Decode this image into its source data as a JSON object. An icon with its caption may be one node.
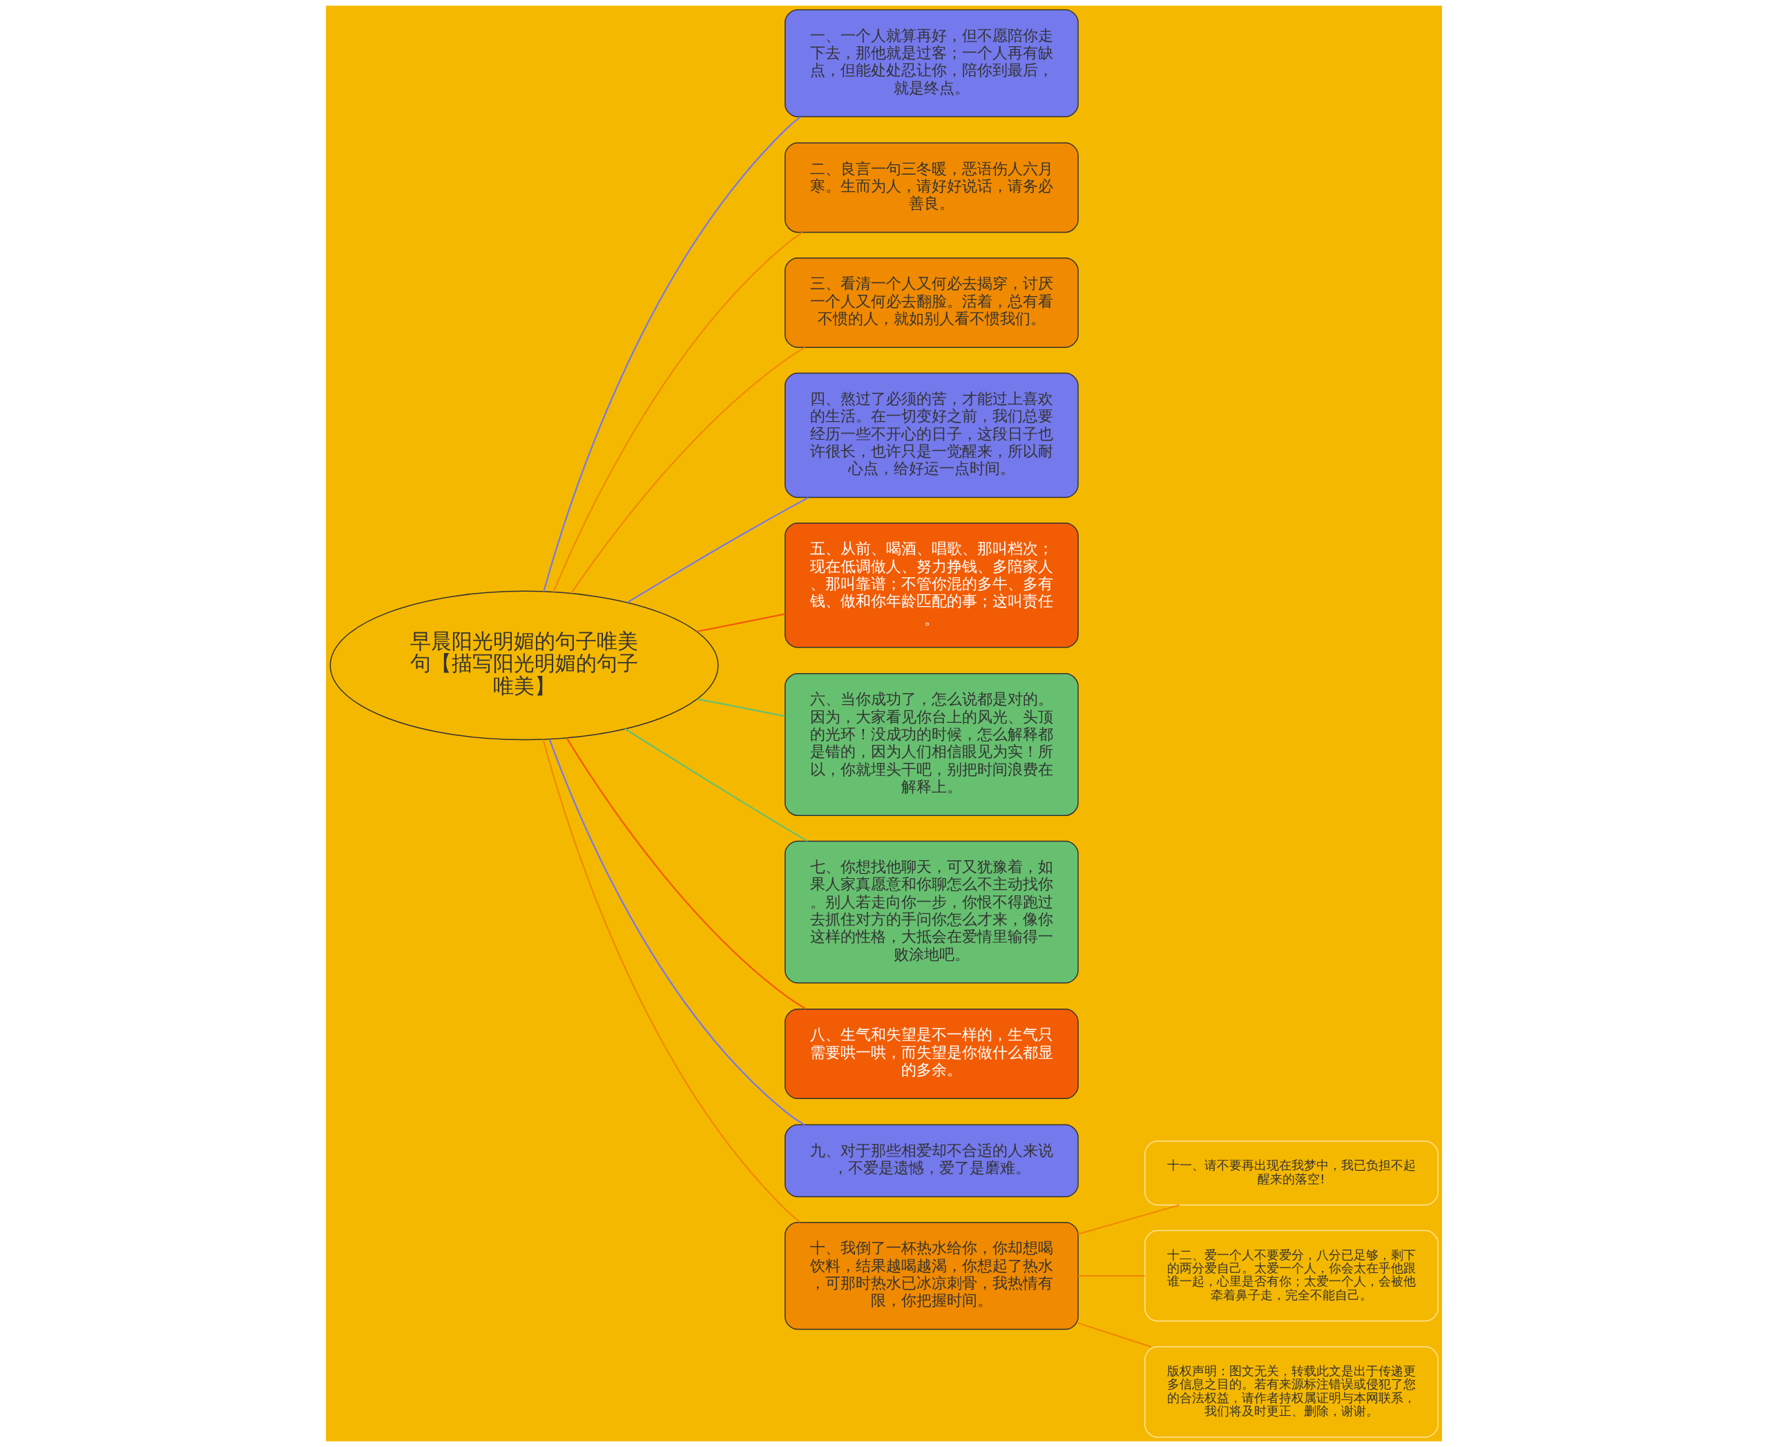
{
  "diagram": {
    "nodes": [
      {
        "text": [
          "早晨阳光明媚的句子唯美句【描写阳光明媚的句子唯美】"
        ]
      },
      {
        "text": [
          "一、一个人就算再好，但不愿陪你走下去，那他就是过客；一个人再有缺点，但能处处忍让你，陪你到最后，就是终点。"
        ]
      },
      {
        "text": [
          "二、良言一句三冬暖，恶语伤人六月寒。生而为人，请好好说话，请务必善良。"
        ]
      },
      {
        "text": [
          "三、看清一个人又何必去揭穿，讨厌一个人又何必去翻脸。活着，总有看不惯的人，就如别人看不惯我们。"
        ]
      },
      {
        "text": [
          "四、熬过了必须的苦，才能过上喜欢的生活。在一切变好之前，我们总要经历一些不开心的日子，这段日子也许很长，也许只是一觉醒来，所以耐心点，给好运一点时间。"
        ]
      },
      {
        "text": [
          "五、从前、喝酒、唱歌、那叫档次；现在低调做人、努力挣钱、多陪家人、那叫靠谱；不管你混的多牛、多有钱、做和你年龄匹配的事；这叫责任。"
        ]
      },
      {
        "text": [
          "六、当你成功了，怎么说都是对的。因为，大家看见你台上的风光、头顶的光环！没成功的时候，怎么解释都是错的，因为人们相信眼见为实！所以，你就埋头干吧，别把时间浪费在解释上。"
        ]
      },
      {
        "text": [
          "七、你想找他聊天，可又犹豫着，如果人家真愿意和你聊怎么不主动找你。别人若走向你一步，你恨不得跑过去抓住对方的手问你怎么才来，像你这样的性格，大抵会在爱情里输得一败涂地吧。"
        ]
      },
      {
        "text": [
          "八、生气和失望是不一样的，生气只需要哄一哄，而失望是你做什么都显的多余。"
        ]
      },
      {
        "text": [
          "九、对于那些相爱却不合适的人来说，不爱是遗憾，爱了是磨难。"
        ]
      },
      {
        "text": [
          "十、我倒了一杯热水给你，你却想喝饮料，结果越喝越渴，你想起了热水，可那时热水已冰凉刺骨，我热情有限，你把握时间。"
        ]
      },
      {
        "text": [
          "十一、请不要再出现在我梦中，我已负担不起醒来的落空!"
        ]
      },
      {
        "text": [
          "十二、爱一个人不要爱分，八分已足够，剩下的两分爱自己。太爱一个人，你会太在乎他跟谁一起，心里是否有你；太爱一个人，会被他牵着鼻子走，完全不能自己。"
        ]
      },
      {
        "text": [
          "版权声明：图文无关，转载此文是出于传递更多信息之目的。若有来源标注错误或侵犯了您的合法权益，请作者持权属证明与本网联系，我们将及时更正、删除，谢谢。"
        ]
      }
    ],
    "edges": [
      {
        "from": 0,
        "to": 1,
        "arrow": "none",
        "color": "#7479ec"
      },
      {
        "from": 0,
        "to": 2,
        "arrow": "none",
        "color": "#f08a00"
      },
      {
        "from": 0,
        "to": 3,
        "arrow": "none",
        "color": "#f08a00"
      },
      {
        "from": 0,
        "to": 4,
        "arrow": "none",
        "color": "#7479ec"
      },
      {
        "from": 0,
        "to": 5,
        "arrow": "none",
        "color": "#f25c05"
      },
      {
        "from": 0,
        "to": 6,
        "arrow": "none",
        "color": "#66c070"
      },
      {
        "from": 0,
        "to": 7,
        "arrow": "none",
        "color": "#66c070"
      },
      {
        "from": 0,
        "to": 8,
        "arrow": "none",
        "color": "#f25c05"
      },
      {
        "from": 0,
        "to": 9,
        "arrow": "none",
        "color": "#7479ec"
      },
      {
        "from": 0,
        "to": 10,
        "arrow": "none",
        "color": "#f08a00"
      },
      {
        "from": 10,
        "to": 11,
        "arrow": "none",
        "color": "#f08a00"
      },
      {
        "from": 10,
        "to": 12,
        "arrow": "none",
        "color": "#f08a00"
      },
      {
        "from": 10,
        "to": 13,
        "arrow": "none",
        "color": "#f08a00"
      }
    ]
  }
}
